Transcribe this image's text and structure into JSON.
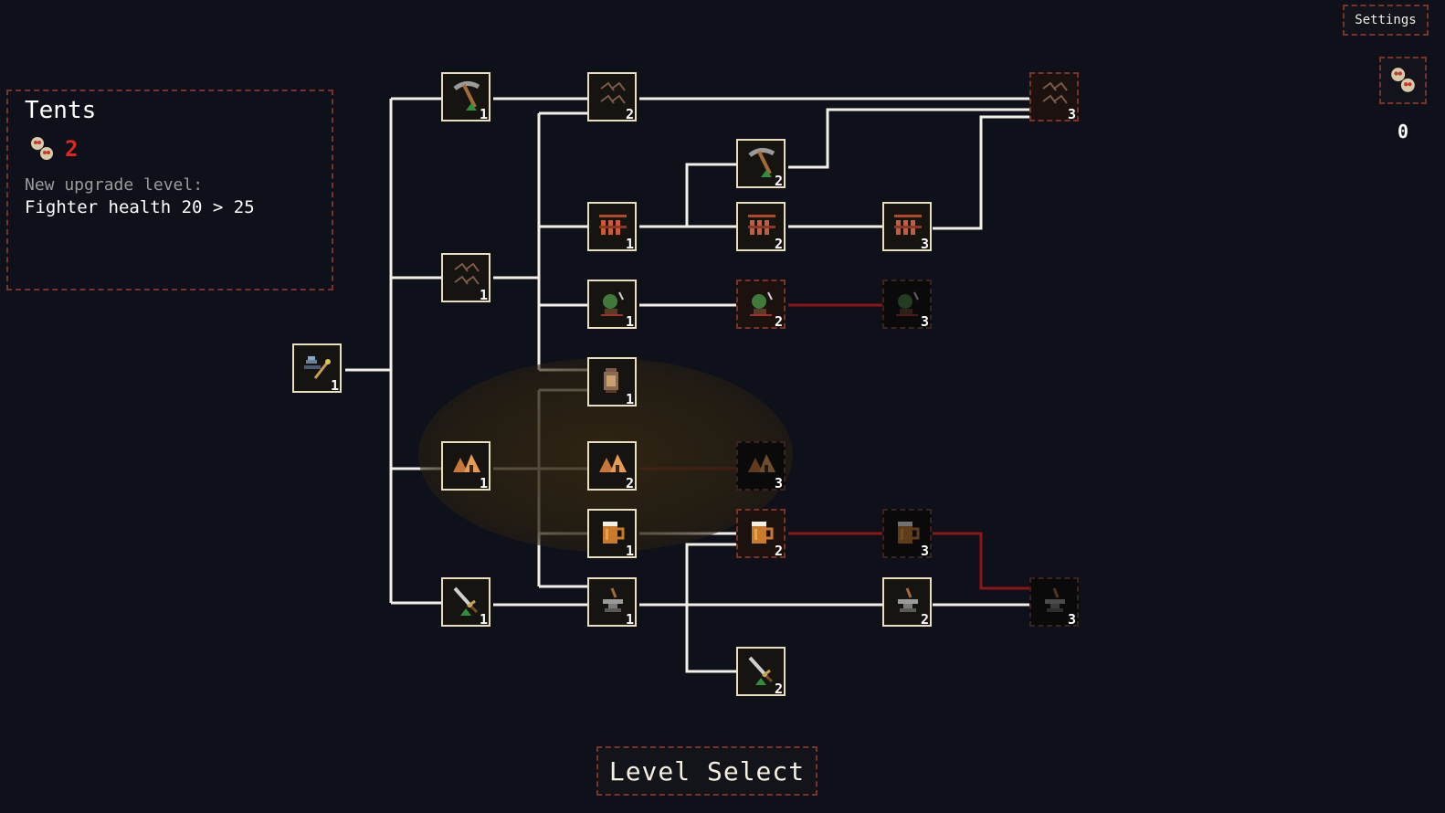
{
  "info_panel": {
    "title": "Tents",
    "cost": "2",
    "subtitle": "New upgrade level:",
    "description": "Fighter health 20 > 25"
  },
  "settings_label": "Settings",
  "currency_count": "0",
  "level_select_label": "Level Select",
  "colors": {
    "background": "#0f111a",
    "edge_unlocked": "#f2efe6",
    "edge_locked": "#8f1414",
    "border_unlocked": "#e9dfbd",
    "border_dashed": "#7a3326",
    "cost_red": "#e0261f"
  },
  "tree_nodes": [
    {
      "id": "root",
      "icon": "grave-staff-icon",
      "level": "1",
      "state": "unlocked"
    },
    {
      "id": "pickaxe1",
      "icon": "pickaxe-icon",
      "level": "1",
      "state": "unlocked"
    },
    {
      "id": "wind1",
      "icon": "wind-icon",
      "level": "1",
      "state": "unlocked"
    },
    {
      "id": "tents1",
      "icon": "tent-icon",
      "level": "1",
      "state": "unlocked"
    },
    {
      "id": "sword1",
      "icon": "sword-icon",
      "level": "1",
      "state": "unlocked"
    },
    {
      "id": "wind2",
      "icon": "wind-icon",
      "level": "2",
      "state": "unlocked"
    },
    {
      "id": "fence1",
      "icon": "fence-icon",
      "level": "1",
      "state": "unlocked"
    },
    {
      "id": "goblin1",
      "icon": "goblin-icon",
      "level": "1",
      "state": "unlocked"
    },
    {
      "id": "lantern1",
      "icon": "lantern-icon",
      "level": "1",
      "state": "unlocked"
    },
    {
      "id": "tents2",
      "icon": "tent-icon",
      "level": "2",
      "state": "unlocked"
    },
    {
      "id": "beer1",
      "icon": "beer-mug-icon",
      "level": "1",
      "state": "unlocked"
    },
    {
      "id": "anvil1",
      "icon": "anvil-icon",
      "level": "1",
      "state": "unlocked"
    },
    {
      "id": "pickaxe2",
      "icon": "pickaxe-icon",
      "level": "2",
      "state": "unlocked"
    },
    {
      "id": "fence2",
      "icon": "fence-icon",
      "level": "2",
      "state": "unlocked"
    },
    {
      "id": "goblin2",
      "icon": "goblin-icon",
      "level": "2",
      "state": "available"
    },
    {
      "id": "tents3",
      "icon": "tent-icon",
      "level": "3",
      "state": "locked"
    },
    {
      "id": "beer2",
      "icon": "beer-mug-icon",
      "level": "2",
      "state": "available"
    },
    {
      "id": "sword2",
      "icon": "sword-icon",
      "level": "2",
      "state": "unlocked"
    },
    {
      "id": "fence3",
      "icon": "fence-icon",
      "level": "3",
      "state": "unlocked"
    },
    {
      "id": "goblin3",
      "icon": "goblin-icon",
      "level": "3",
      "state": "locked"
    },
    {
      "id": "beer3",
      "icon": "beer-mug-icon",
      "level": "3",
      "state": "locked"
    },
    {
      "id": "anvil2",
      "icon": "anvil-icon",
      "level": "2",
      "state": "unlocked"
    },
    {
      "id": "wind3",
      "icon": "wind-icon",
      "level": "3",
      "state": "available"
    },
    {
      "id": "anvil3",
      "icon": "anvil-icon",
      "level": "3",
      "state": "locked"
    }
  ]
}
